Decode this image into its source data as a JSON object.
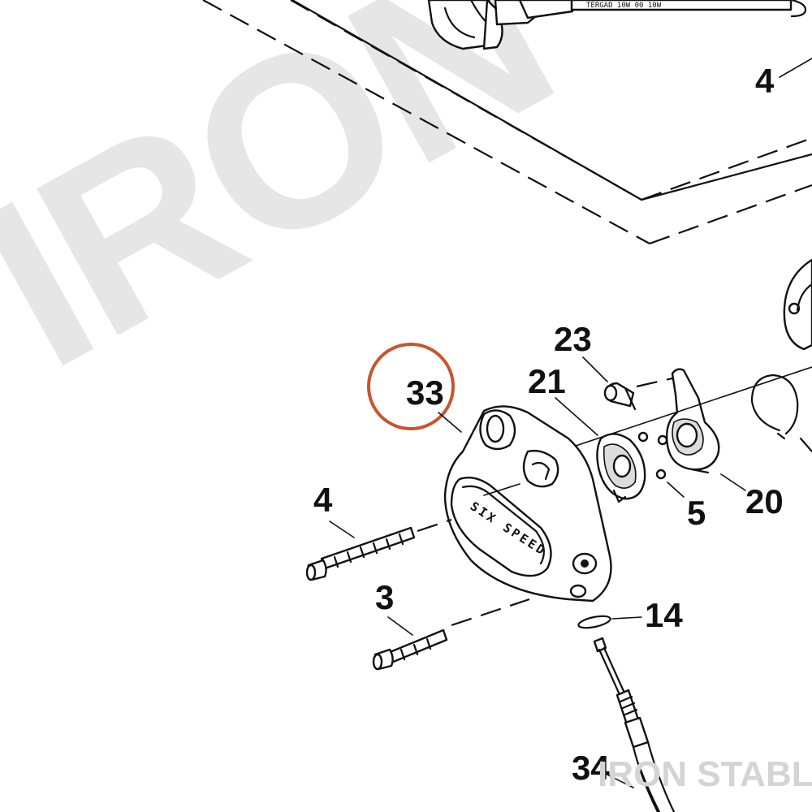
{
  "watermark": {
    "text": "IRON",
    "color": "#e4e4e4"
  },
  "brand_label": "IRON STABLE",
  "cover_text": "SIX SPEED",
  "highlight": {
    "part": "33",
    "color": "#c8552b"
  },
  "callouts": [
    "4",
    "23",
    "21",
    "33",
    "20",
    "5",
    "4",
    "3",
    "14",
    "34"
  ],
  "top_text_fragment": "TERGAD 10W 00  10W"
}
